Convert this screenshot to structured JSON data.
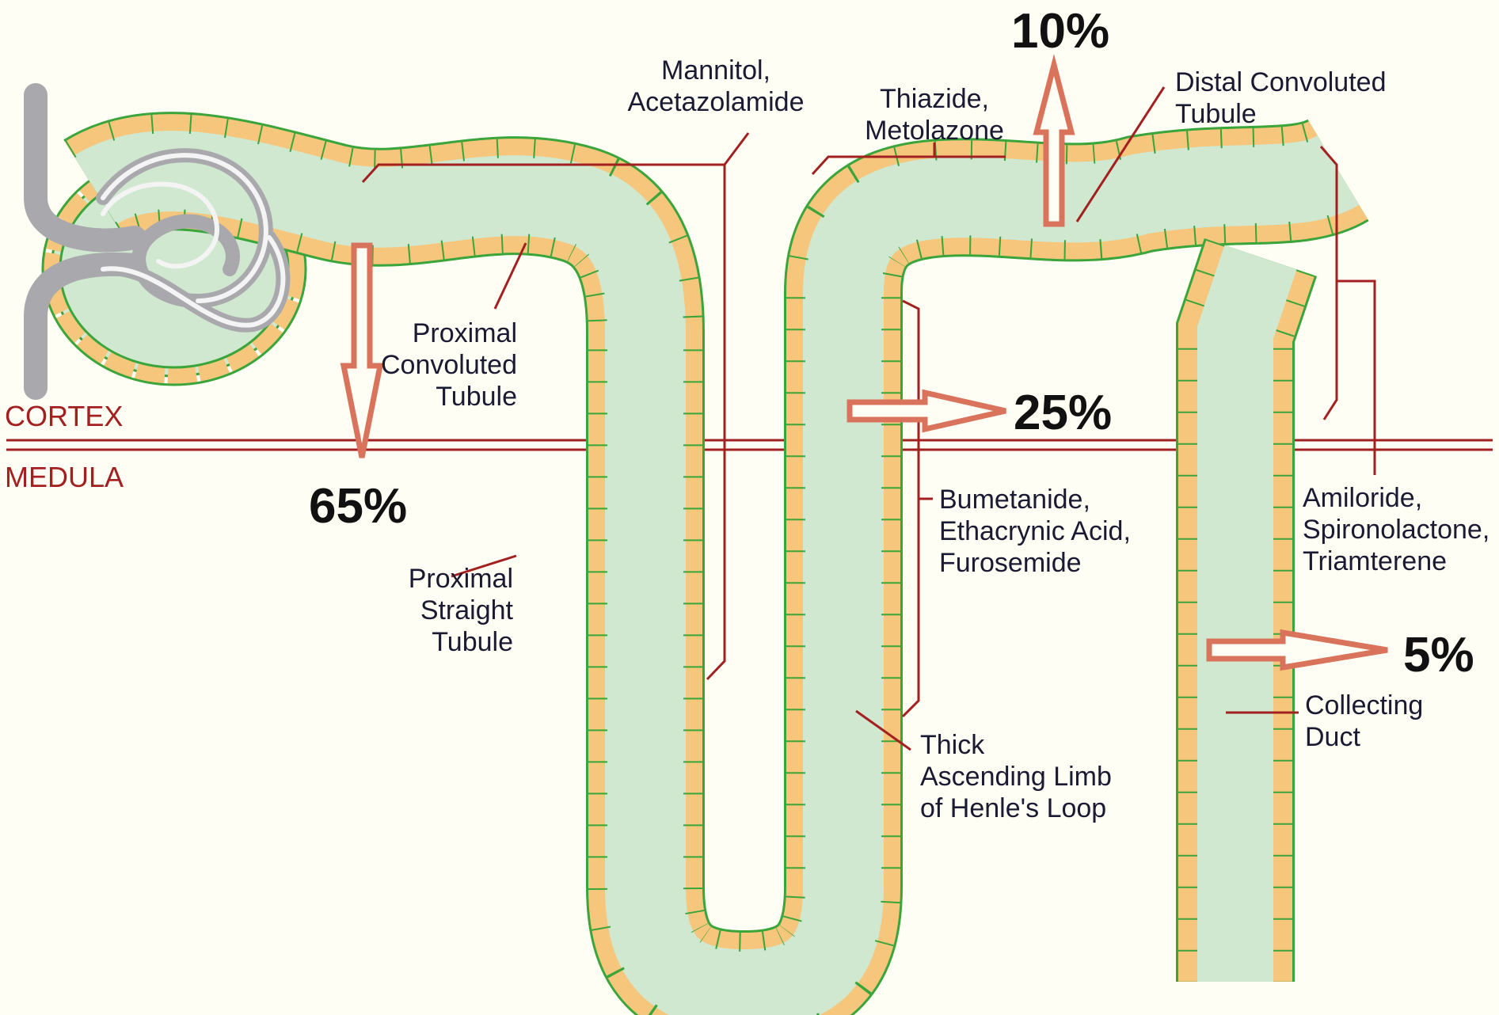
{
  "colors": {
    "background": "#fefef4",
    "lumen": "#cfe8cf",
    "cell_fill": "#f6c67c",
    "cell_border": "#3aa53a",
    "leader_line": "#a32020",
    "arrow": "#d9735c",
    "glomerulus": "#a9a9ad"
  },
  "zones": {
    "cortex": "CORTEX",
    "medulla": "MEDULA"
  },
  "segments": {
    "pct_line1": "Proximal",
    "pct_line2": "Convoluted",
    "pct_line3": "Tubule",
    "pst_line1": "Proximal",
    "pst_line2": "Straight",
    "pst_line3": "Tubule",
    "tal_line1": "Thick",
    "tal_line2": "Ascending Limb",
    "tal_line3": "of Henle's Loop",
    "dct_line1": "Distal Convoluted",
    "dct_line2": "Tubule",
    "cd_line1": "Collecting",
    "cd_line2": "Duct"
  },
  "drugs": {
    "proximal_line1": "Mannitol,",
    "proximal_line2": "Acetazolamide",
    "distal_line1": "Thiazide,",
    "distal_line2": "Metolazone",
    "loop_line1": "Bumetanide,",
    "loop_line2": "Ethacrynic Acid,",
    "loop_line3": "Furosemide",
    "collecting_line1": "Amiloride,",
    "collecting_line2": "Spironolactone,",
    "collecting_line3": "Triamterene"
  },
  "reabsorption": {
    "proximal": "65%",
    "loop": "25%",
    "distal": "10%",
    "collecting": "5%"
  }
}
